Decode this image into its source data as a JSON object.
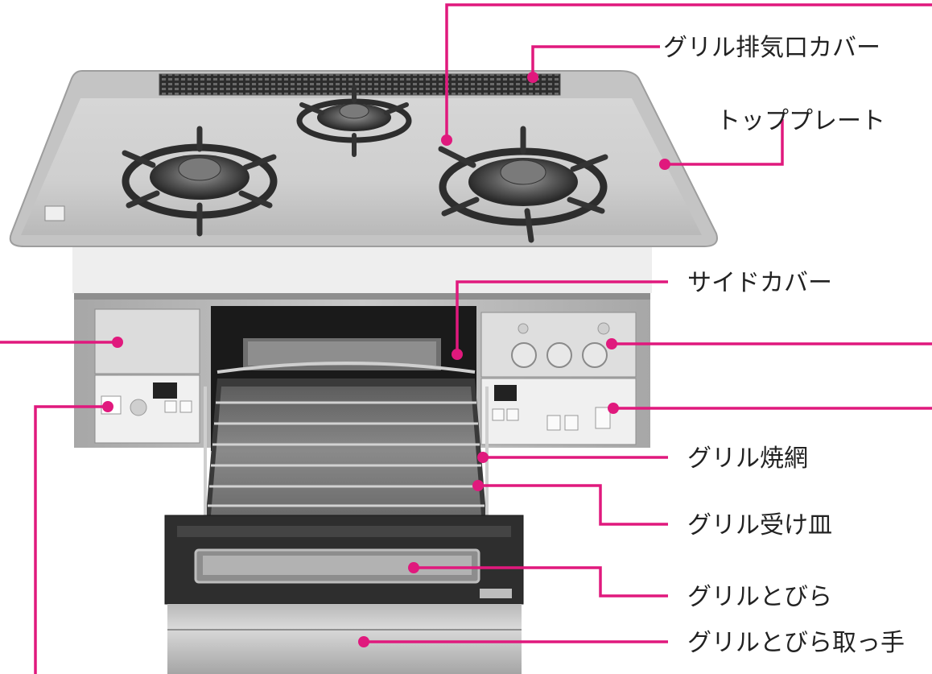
{
  "colors": {
    "leader": "#e0197d",
    "label_text": "#222222"
  },
  "labels": {
    "grill_exhaust_cover": "グリル排気口カバー",
    "top_plate": "トッププレート",
    "side_cover": "サイドカバー",
    "grill_grate": "グリル焼網",
    "grill_tray": "グリル受け皿",
    "grill_door": "グリルとびら",
    "grill_door_handle": "グリルとびら取っ手"
  }
}
